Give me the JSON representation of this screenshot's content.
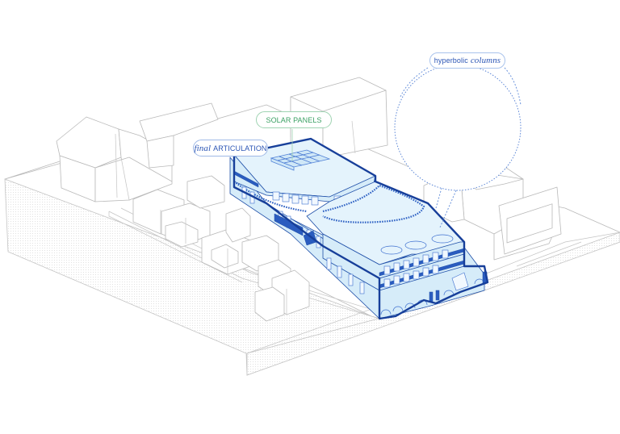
{
  "diagram": {
    "type": "architectural axonometric",
    "colors": {
      "building_outline": "#173f9a",
      "building_fill": "#d6ecf9",
      "context_lines": "#b9b9b9",
      "solar_label": "#3aa063",
      "articulation_label": "#2b55b5"
    }
  },
  "labels": {
    "solar": {
      "text": "SOLAR PANELS"
    },
    "final": {
      "italic": "final",
      "text": "ARTICULATION"
    },
    "hyperbolic": {
      "text": "hyperbolic",
      "italic": "columns"
    }
  }
}
